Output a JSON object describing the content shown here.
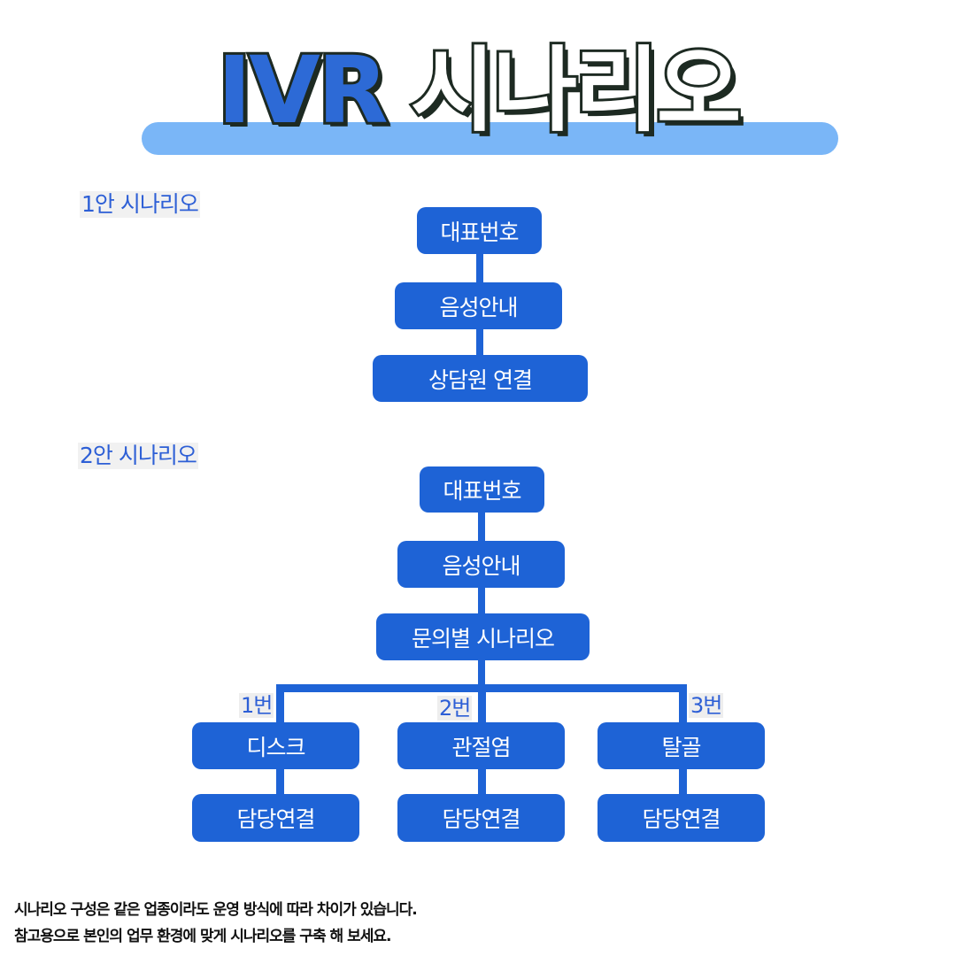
{
  "title": {
    "part1": "IVR",
    "part2": "시나리오"
  },
  "scenario1": {
    "label": "1안 시나리오",
    "steps": [
      "대표번호",
      "음성안내",
      "상담원 연결"
    ]
  },
  "scenario2": {
    "label": "2안 시나리오",
    "steps": [
      "대표번호",
      "음성안내",
      "문의별 시나리오"
    ],
    "branches": [
      {
        "label": "1번",
        "menu": "디스크",
        "action": "담당연결"
      },
      {
        "label": "2번",
        "menu": "관절염",
        "action": "담당연결"
      },
      {
        "label": "3번",
        "menu": "탈골",
        "action": "담당연결"
      }
    ]
  },
  "note": {
    "line1": "시나리오 구성은 같은 업종이라도 운영 방식에 따라 차이가 있습니다.",
    "line2": "참고용으로 본인의 업무 환경에 맞게 시나리오를 구축 해 보세요."
  },
  "colors": {
    "box": "#1e63d6",
    "label": "#2d5fd6",
    "title_accent": "#2d6ad6",
    "title_bar": "#7ab6f7"
  }
}
